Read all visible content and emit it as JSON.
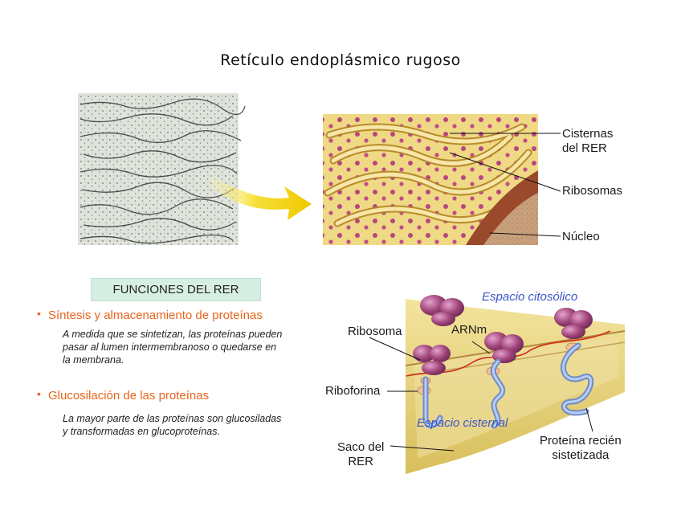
{
  "title": "Retículo endoplásmico rugoso",
  "top_labels": {
    "cisternas": "Cisternas\ndel RER",
    "ribosomas": "Ribosomas",
    "nucleo": "Núcleo"
  },
  "functions_header": "FUNCIONES DEL RER",
  "functions": [
    {
      "heading": "Síntesis y almacenamiento de proteínas",
      "description": "A medida que se sintetizan, las proteínas pueden\npasar al lumen intermembranoso o quedarse en\nla membrana."
    },
    {
      "heading": "Glucosilación de las proteínas",
      "description": "La mayor parte de las proteínas son glucosiladas\ny transformadas en glucoproteínas."
    }
  ],
  "diagram_labels": {
    "espacio_citosolico": "Espacio citosólico",
    "ribosoma": "Ribosoma",
    "arnm": "ARNm",
    "riboforina": "Riboforina",
    "espacio_cisternal": "Espacio cisternal",
    "saco": "Saco del\nRER",
    "proteina": "Proteína recién\nsistetizada"
  },
  "colors": {
    "accent_orange": "#e8641b",
    "label_blue": "#3b55c9",
    "box_green": "#d7efe3",
    "arrow_yellow": "#f4d20c",
    "ribosome_purple": "#a0457a",
    "protein_blue": "#9fb6e6",
    "membrane_tan": "#e8d58a"
  }
}
